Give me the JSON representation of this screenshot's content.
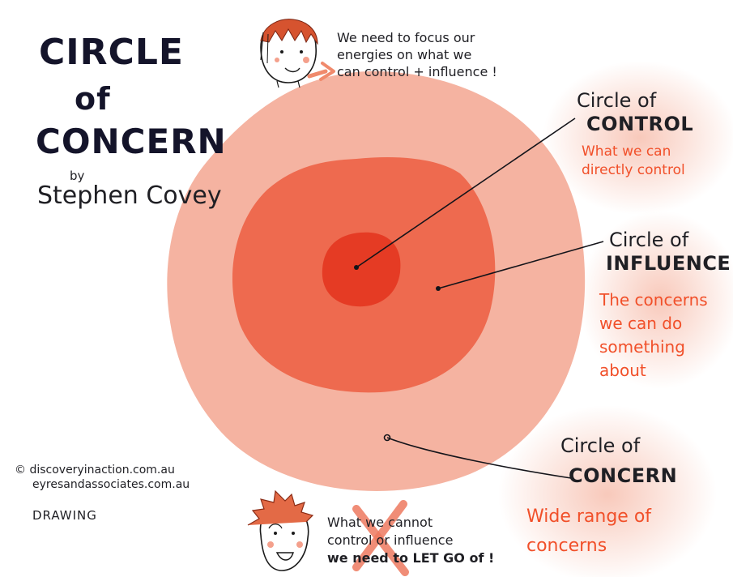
{
  "title": {
    "line1": "CIRCLE",
    "line2": "of",
    "line3": "CONCERN",
    "by": "by",
    "author": "Stephen Covey"
  },
  "top_quote": {
    "line1": "We need to focus our",
    "line2": "energies on what we",
    "line3": "can control + influence !"
  },
  "control": {
    "heading": "Circle of",
    "name": "CONTROL",
    "desc_line1": "What we can",
    "desc_line2": "directly control"
  },
  "influence": {
    "heading": "Circle of",
    "name": "INFLUENCE",
    "desc_line1": "The concerns",
    "desc_line2": "we can do",
    "desc_line3": "something about"
  },
  "concern": {
    "heading": "Circle of",
    "name": "CONCERN",
    "desc_line1": "Wide range of",
    "desc_line2": "concerns"
  },
  "bottom_quote": {
    "line1": "What we cannot",
    "line2": "control or influence",
    "line3": "we need to LET GO of !"
  },
  "credits": {
    "line1": "© discoveryinaction.com.au",
    "line2": "eyresandassociates.com.au",
    "line3": "DRAWING"
  },
  "colors": {
    "outer_circle": "#f5b3a1",
    "middle_circle": "#ee6a4f",
    "inner_circle": "#e53b24",
    "accent_text": "#f1502a",
    "ink": "#1c1c24"
  }
}
